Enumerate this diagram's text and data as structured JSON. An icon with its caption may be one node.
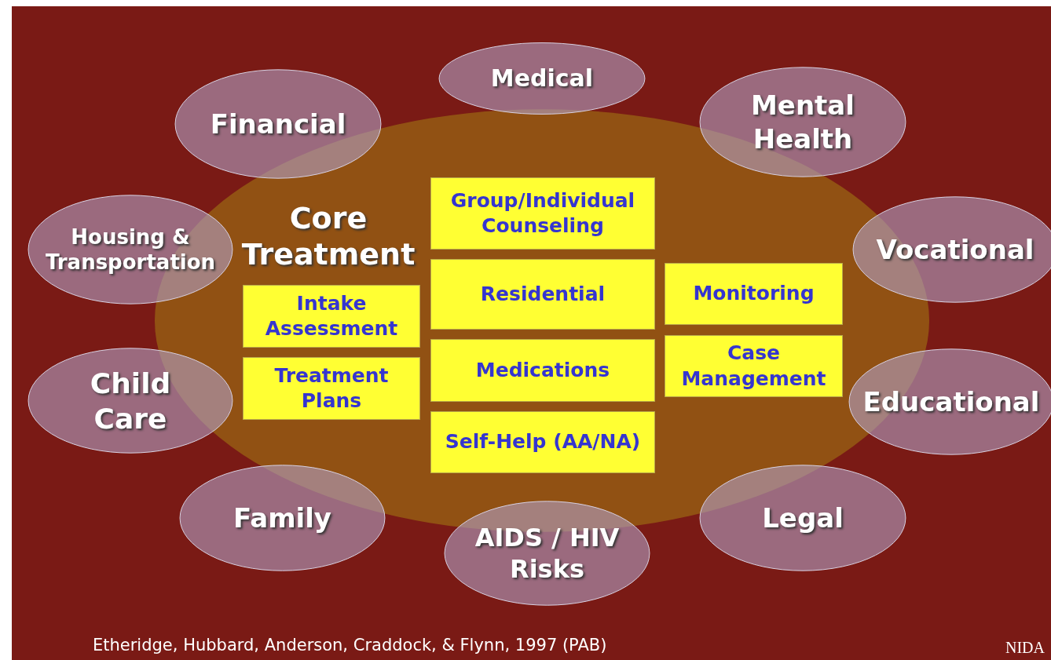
{
  "diagram": {
    "caption": "Etheridge, Hubbard, Anderson, Craddock, & Flynn, 1997 (PAB)",
    "nodes": [
      {
        "text": [
          "Core Treatment"
        ]
      },
      {
        "text": [
          "Group/Individual Counseling"
        ],
        "in": 0
      },
      {
        "text": [
          "Intake Assessment"
        ],
        "in": 0
      },
      {
        "text": [
          "Residential"
        ],
        "in": 0
      },
      {
        "text": [
          "Monitoring"
        ],
        "in": 0
      },
      {
        "text": [
          "Treatment Plans"
        ],
        "in": 0
      },
      {
        "text": [
          "Medications"
        ],
        "in": 0
      },
      {
        "text": [
          "Case Management"
        ],
        "in": 0
      },
      {
        "text": [
          "Self-Help (AA/NA)"
        ],
        "in": 0
      },
      {
        "text": [
          "Medical"
        ]
      },
      {
        "text": [
          "Financial"
        ]
      },
      {
        "text": [
          "Mental Health"
        ]
      },
      {
        "text": [
          "Housing & Transportation"
        ]
      },
      {
        "text": [
          "Vocational"
        ]
      },
      {
        "text": [
          "Child Care"
        ]
      },
      {
        "text": [
          "Educational"
        ]
      },
      {
        "text": [
          "Family"
        ]
      },
      {
        "text": [
          "Legal"
        ]
      },
      {
        "text": [
          "AIDS / HIV Risks"
        ]
      }
    ],
    "labels": [
      "NIDA"
    ]
  }
}
